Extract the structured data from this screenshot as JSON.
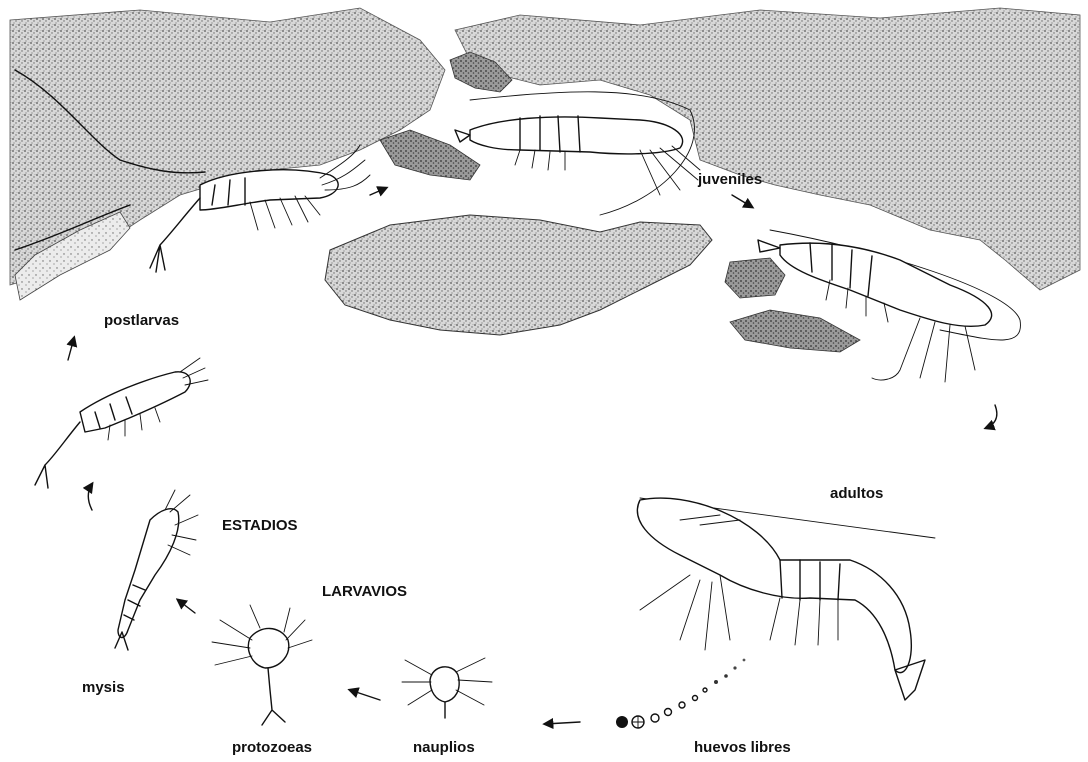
{
  "labels": {
    "postlarvas": "postlarvas",
    "juveniles": "juveniles",
    "adultos": "adultos",
    "estadios": "ESTADIOS",
    "larvavios": "LARVAVIOS",
    "mysis": "mysis",
    "protozoeas": "protozoeas",
    "nauplios": "nauplios",
    "huevos_libres": "huevos libres"
  },
  "colors": {
    "ink": "#111111",
    "land_stipple": "#8a8a8a",
    "island_fill": "#6f6f6f",
    "background": "#ffffff"
  }
}
